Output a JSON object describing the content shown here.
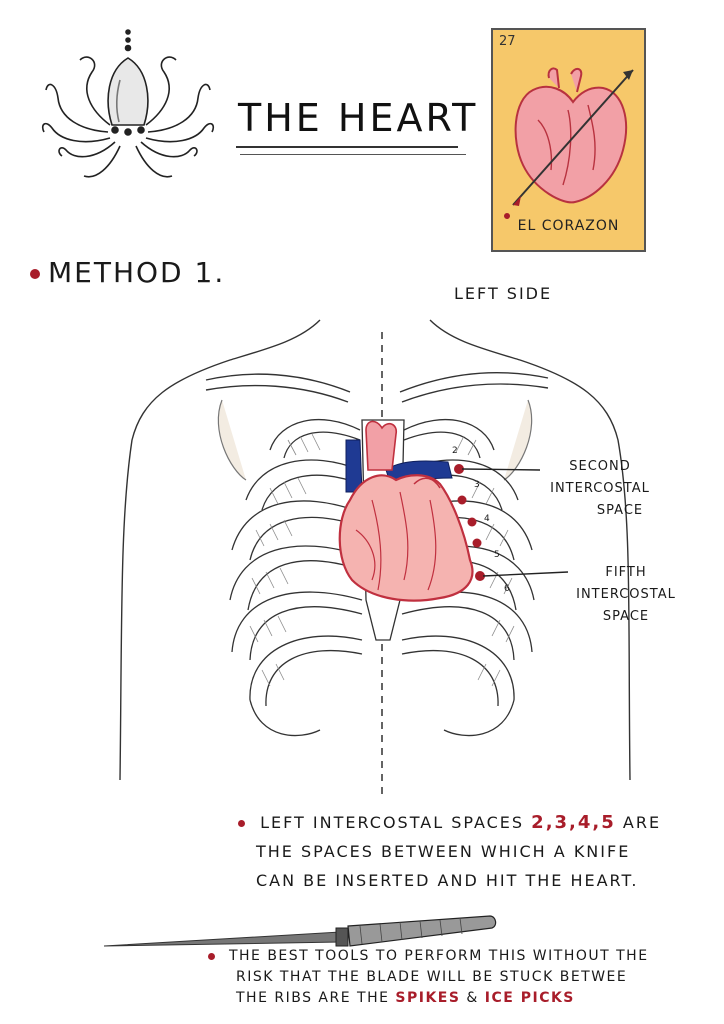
{
  "title": "THE HEART",
  "card": {
    "number": "27",
    "label": "EL CORAZON"
  },
  "method_heading": "METHOD 1.",
  "orientation_label": "LEFT SIDE",
  "rib_numbers": [
    "2",
    "3",
    "4",
    "5",
    "6"
  ],
  "annotations": {
    "second_space": [
      "SECOND",
      "INTERCOSTAL",
      "SPACE"
    ],
    "fifth_space": [
      "FIFTH",
      "INTERCOSTAL",
      "SPACE"
    ]
  },
  "note1": {
    "prefix": "LEFT INTERCOSTAL SPACES",
    "highlight": "2,3,4,5",
    "line1_suffix": "ARE",
    "line2": "THE SPACES BETWEEN WHICH A KNIFE",
    "line3": "CAN BE INSERTED AND HIT THE HEART."
  },
  "note2": {
    "line1": "THE BEST TOOLS TO PERFORM THIS WITHOUT THE",
    "line2": "RISK THAT THE BLADE WILL BE STUCK BETWEE",
    "line3_prefix": "THE RIBS ARE THE",
    "spikes": "SPIKES",
    "amp": "&",
    "ice_picks": "ICE PICKS"
  },
  "colors": {
    "accent_red": "#a81d2a",
    "heart_pink": "#f2a0a6",
    "vessel_blue": "#1f3a93",
    "card_bg": "#f6c86a"
  }
}
